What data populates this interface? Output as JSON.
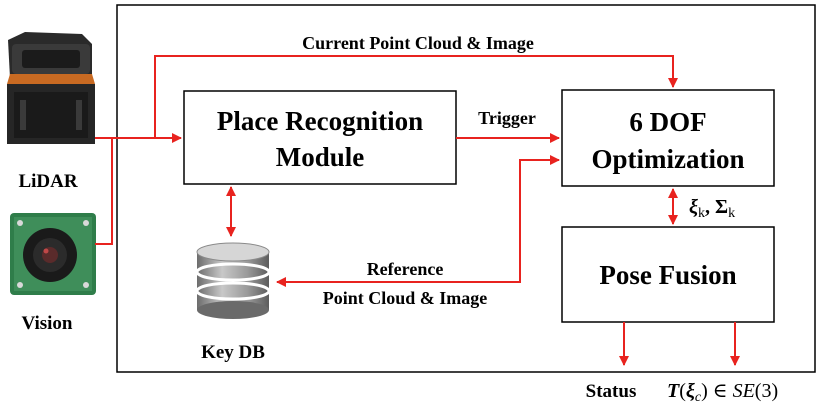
{
  "sensors": {
    "lidar_label": "LiDAR",
    "vision_label": "Vision"
  },
  "modules": {
    "place_recognition_line1": "Place Recognition",
    "place_recognition_line2": "Module",
    "optimization_line1": "6 DOF",
    "optimization_line2": "Optimization",
    "pose_fusion": "Pose Fusion",
    "key_db": "Key DB"
  },
  "edges": {
    "current_input": "Current Point Cloud & Image",
    "trigger": "Trigger",
    "reference_line1": "Reference",
    "reference_line2": "Point Cloud & Image",
    "xi_sigma_symbol_xi": "ξ",
    "xi_sigma_sub_k1": "k",
    "xi_sigma_comma": ", ",
    "xi_sigma_symbol_sigma": "Σ",
    "xi_sigma_sub_k2": "k"
  },
  "outputs": {
    "status": "Status",
    "pose_T": "T",
    "pose_open": "(",
    "pose_xi": "ξ",
    "pose_sub_c": "c",
    "pose_close": ")",
    "pose_in": " ∈ ",
    "pose_se": "SE",
    "pose_arg": "(3)"
  },
  "colors": {
    "arrow": "#e8231f",
    "box_stroke": "#000000",
    "db_body": "#9a9a9a"
  },
  "icons": {
    "lidar": "lidar-sensor-icon",
    "camera": "camera-sensor-icon",
    "database": "database-icon"
  }
}
